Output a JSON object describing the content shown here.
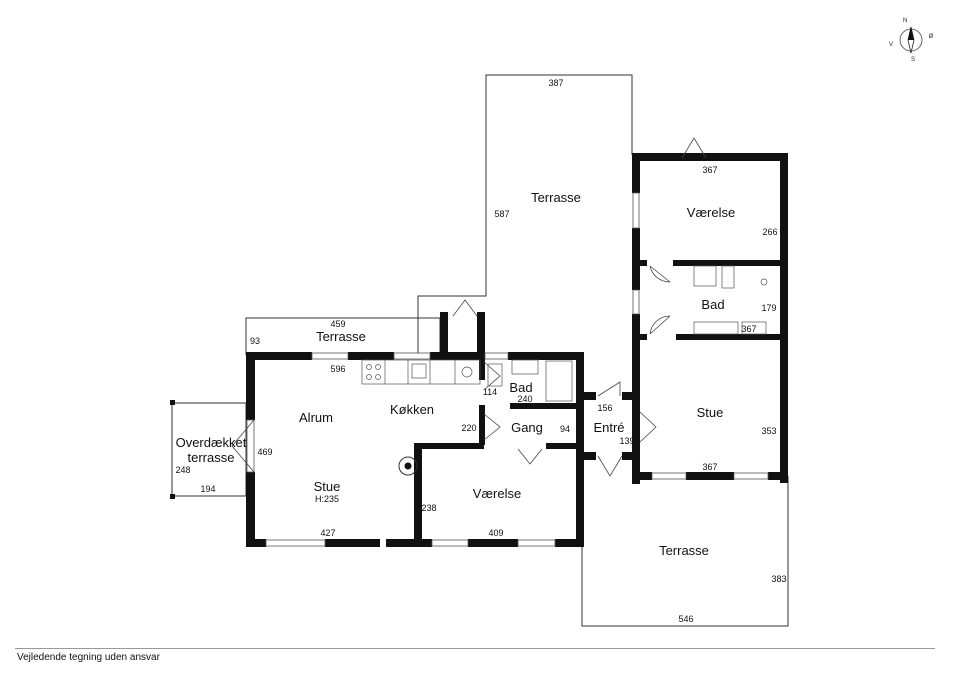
{
  "compass": {
    "n": "N",
    "s": "S",
    "v": "V",
    "o": "Ø"
  },
  "rooms": {
    "terrasse_top": "Terrasse",
    "vaerelse_right": "Værelse",
    "bad_right": "Bad",
    "terrasse_left": "Terrasse",
    "koekken": "Køkken",
    "alrum": "Alrum",
    "bad_small": "Bad",
    "gang": "Gang",
    "entre": "Entré",
    "stue_right": "Stue",
    "overdaekket_1": "Overdækket",
    "overdaekket_2": "terrasse",
    "stue_left": "Stue",
    "stue_height": "H:235",
    "vaerelse_bottom": "Værelse",
    "terrasse_bottom": "Terrasse"
  },
  "dims": {
    "d387": "387",
    "d587": "587",
    "d367a": "367",
    "d266": "266",
    "d179": "179",
    "d367b": "367",
    "d459": "459",
    "d93": "93",
    "d596": "596",
    "d114": "114",
    "d240": "240",
    "d220": "220",
    "d94": "94",
    "d156": "156",
    "d139": "139",
    "d353": "353",
    "d367c": "367",
    "d469": "469",
    "d248": "248",
    "d194": "194",
    "d238": "238",
    "d427": "427",
    "d409": "409",
    "d383": "383",
    "d546": "546"
  },
  "footer": {
    "disclaimer": "Vejledende tegning uden ansvar"
  }
}
